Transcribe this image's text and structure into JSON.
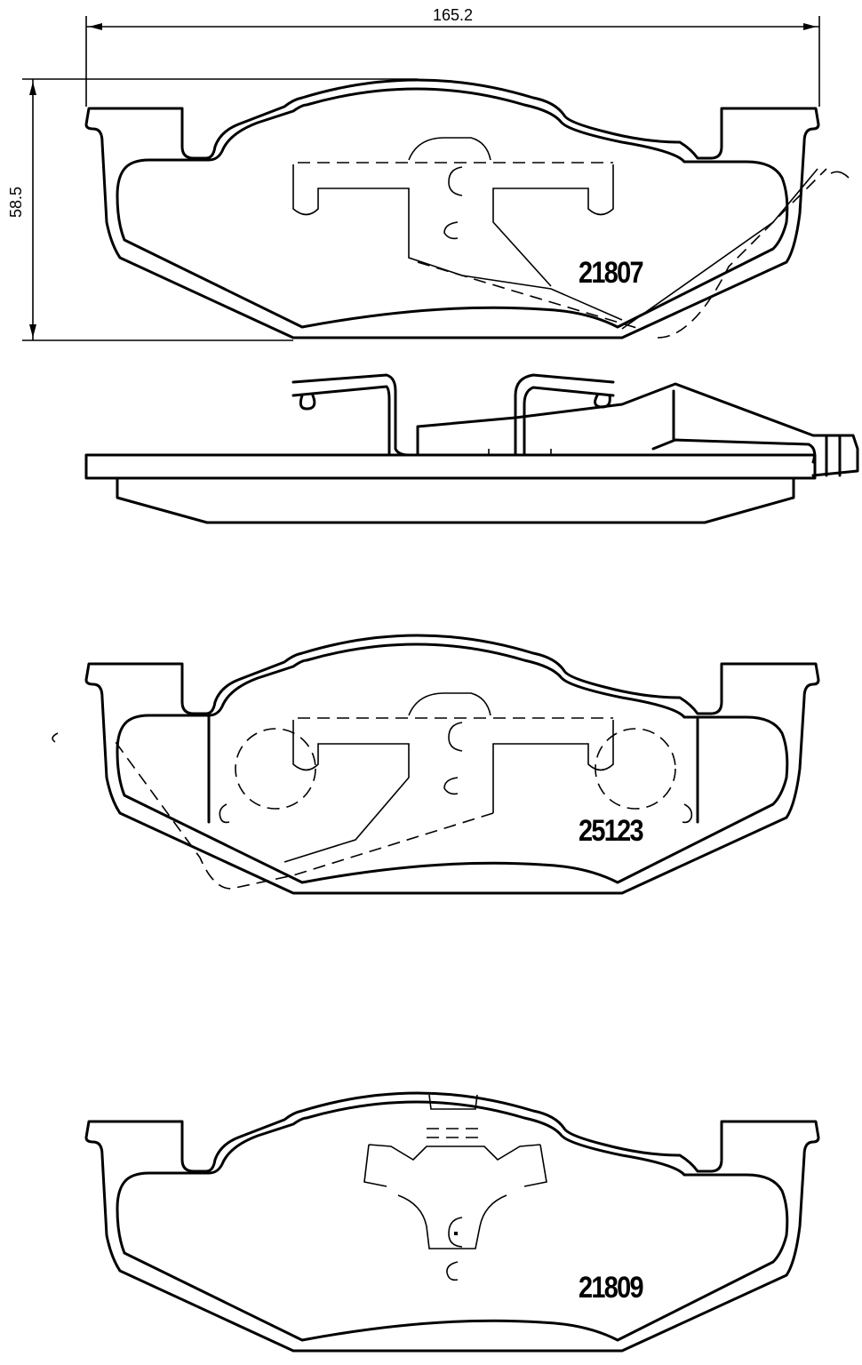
{
  "dimensions": {
    "width_label": "165.2",
    "height_label": "58.5"
  },
  "parts": [
    {
      "code": "21807",
      "view": "front-with-wear-sensor"
    },
    {
      "code": "side-view"
    },
    {
      "code": "25123",
      "view": "rear-with-clip"
    },
    {
      "code": "21809",
      "view": "front-with-clip"
    }
  ],
  "colors": {
    "line": "#000000",
    "background": "#ffffff"
  }
}
